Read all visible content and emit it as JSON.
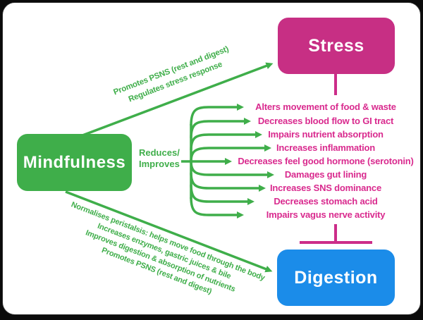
{
  "nodes": {
    "mindfulness": {
      "label": "Mindfulness",
      "color": "#3fae4a"
    },
    "stress": {
      "label": "Stress",
      "color": "#c72f84"
    },
    "digestion": {
      "label": "Digestion",
      "color": "#1b8ce9"
    }
  },
  "edge_mindfulness_to_stress": {
    "labels": [
      "Promotes PSNS (rest and digest)",
      "Regulates stress response"
    ]
  },
  "edge_mindfulness_to_digestion": {
    "labels": [
      "Normalises peristalsis: helps move food through the body",
      "Increases enzymes, gastric juices & bile",
      "Improves digestion & absorption of nutrients",
      "Promotes PSNS  (rest and digest)"
    ]
  },
  "reduces_improves": {
    "line1": "Reduces/",
    "line2": "Improves"
  },
  "stress_effects": [
    "Alters movement of food & waste",
    "Decreases blood flow to GI tract",
    "Impairs nutrient absorption",
    "Increases inflammation",
    "Decreases feel good hormone (serotonin)",
    "Damages gut lining",
    "Increases SNS dominance",
    "Decreases stomach acid",
    "Impairs vagus nerve activity"
  ],
  "colors": {
    "green": "#3fae4a",
    "pink_text": "#d92a8e",
    "pink_box": "#c72f84",
    "pink_line": "#cc2d89",
    "blue_box": "#1b8ce9"
  }
}
